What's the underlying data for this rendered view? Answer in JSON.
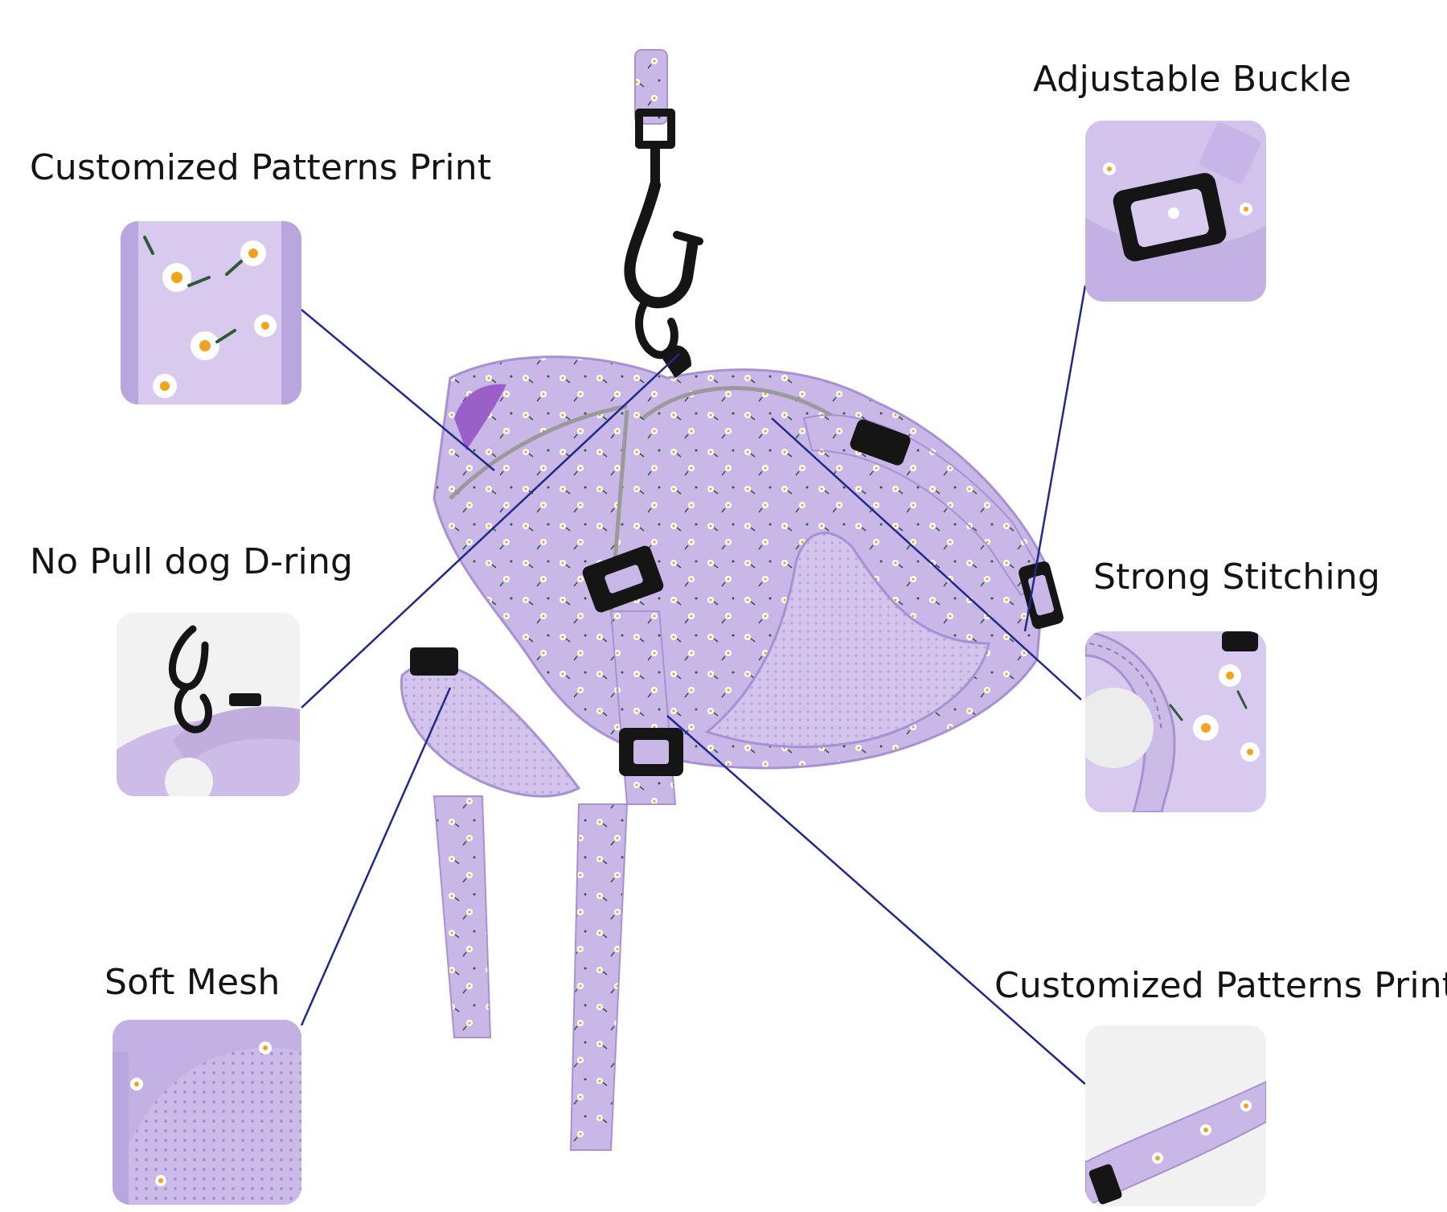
{
  "colors": {
    "lavender": "#c8b6e6",
    "lavender_dark": "#a891d2",
    "mesh": "#d6c8ee",
    "purple_lining": "#9b5fc8",
    "hardware": "#151515",
    "callout_line": "#1f2a8a",
    "flower_petal": "#ffffff",
    "flower_center": "#f2a31c",
    "leaf": "#2f5a3a",
    "reflective": "#9a9a9a"
  },
  "features": [
    {
      "label": "Customized Patterns Print",
      "icon": "floral-print-closeup"
    },
    {
      "label": "No Pull dog D-ring",
      "icon": "d-ring-closeup"
    },
    {
      "label": "Soft Mesh",
      "icon": "mesh-closeup"
    },
    {
      "label": "Adjustable Buckle",
      "icon": "buckle-closeup"
    },
    {
      "label": "Strong Stitching",
      "icon": "stitching-closeup"
    },
    {
      "label": "Customized Patterns Print",
      "icon": "strap-print-closeup"
    }
  ]
}
